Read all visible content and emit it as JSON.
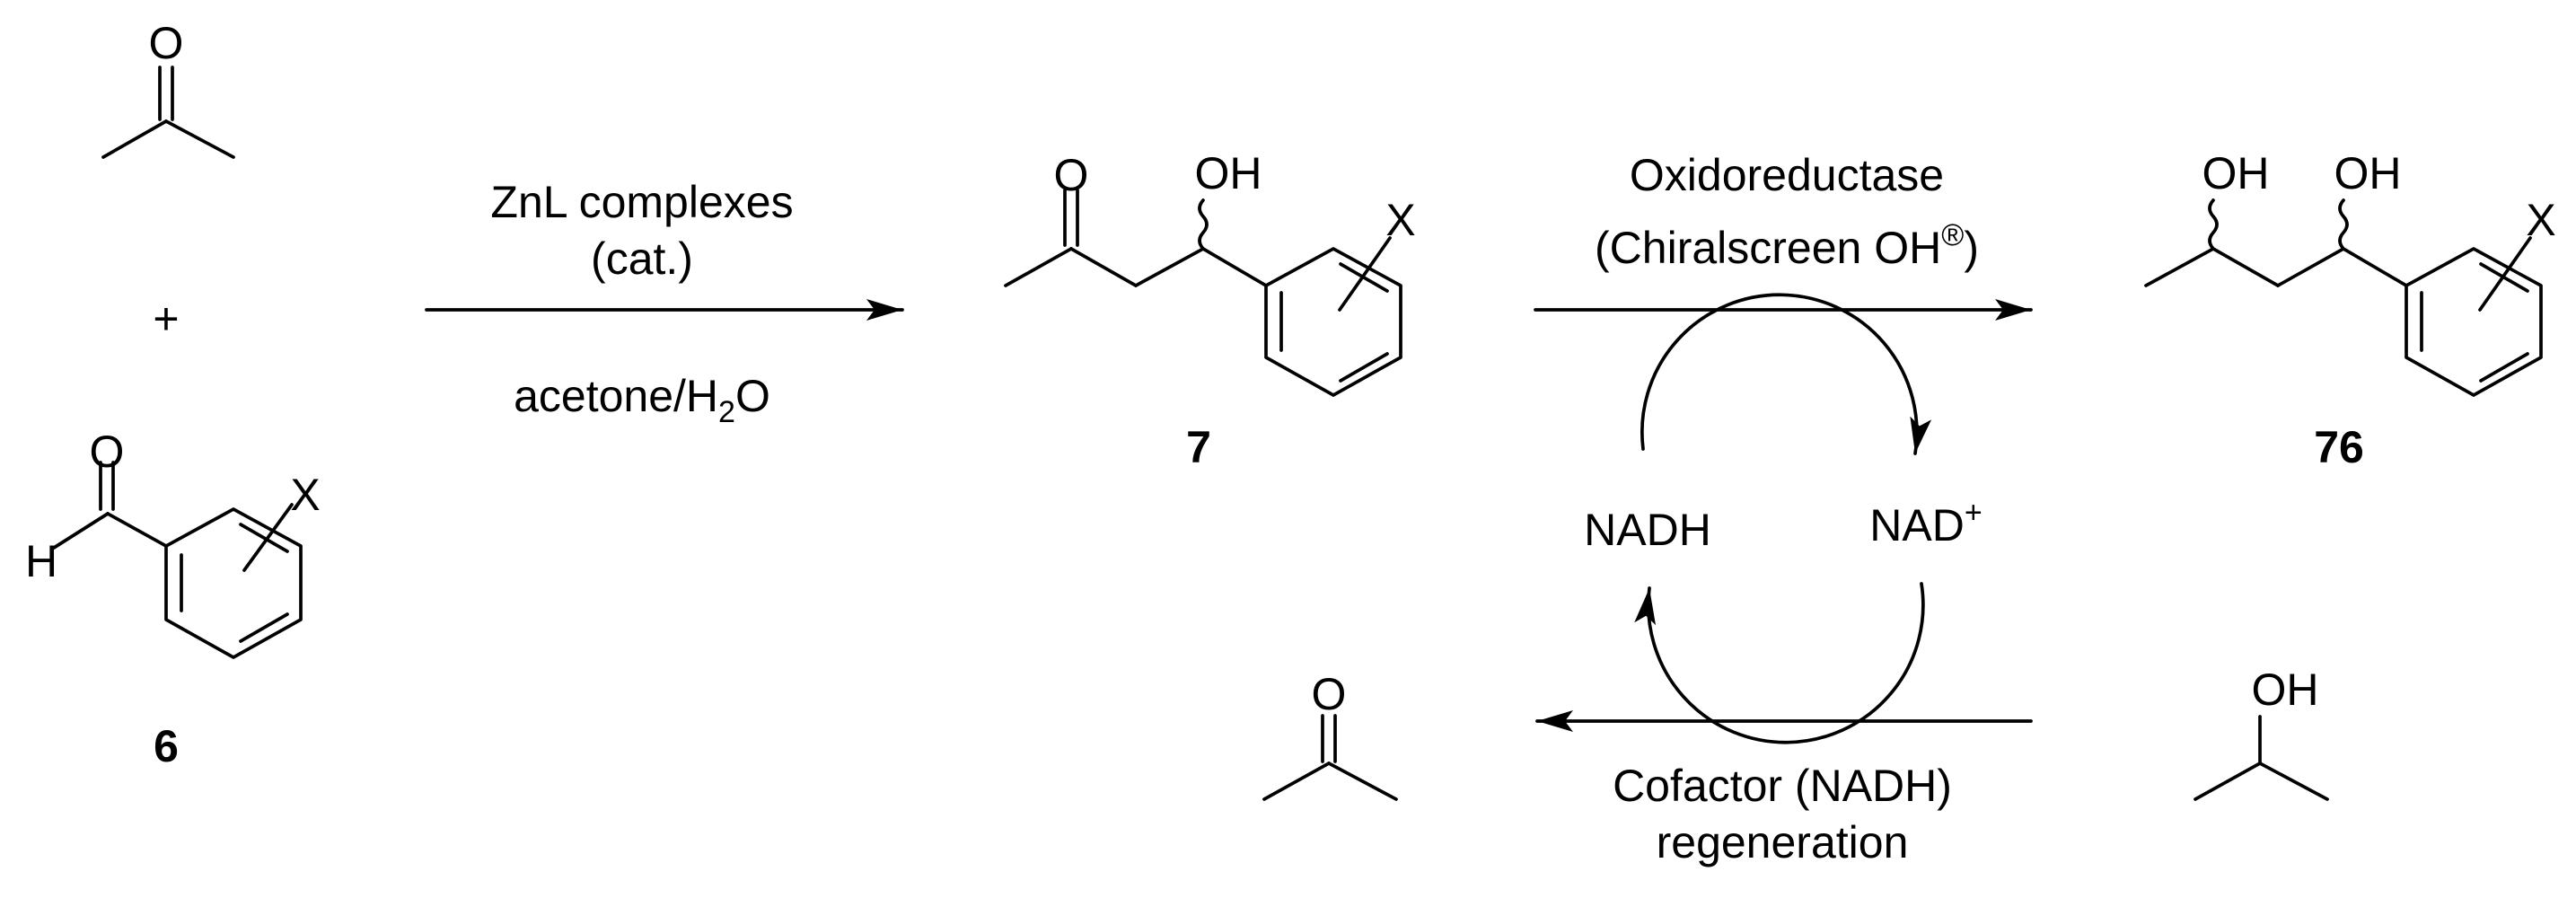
{
  "atoms": {
    "O": "O",
    "H": "H",
    "X": "X",
    "OH": "OH"
  },
  "plus": "+",
  "compounds": {
    "aldehyde": "6",
    "aldol": "7",
    "diol": "76"
  },
  "step1": {
    "catalyst_line1": "ZnL complexes",
    "catalyst_line2": "(cat.)",
    "solvent_pre": "acetone/H",
    "solvent_sub": "2",
    "solvent_post": "O"
  },
  "step2": {
    "enzyme_line1": "Oxidoreductase",
    "enzyme_line2": "(Chiralscreen OH",
    "enzyme_reg": "®",
    "enzyme_close": ")"
  },
  "cofactor_cycle": {
    "nadh": "NADH",
    "nad": "NAD",
    "nad_charge": "+",
    "regen_line1": "Cofactor (NADH)",
    "regen_line2": "regeneration"
  }
}
